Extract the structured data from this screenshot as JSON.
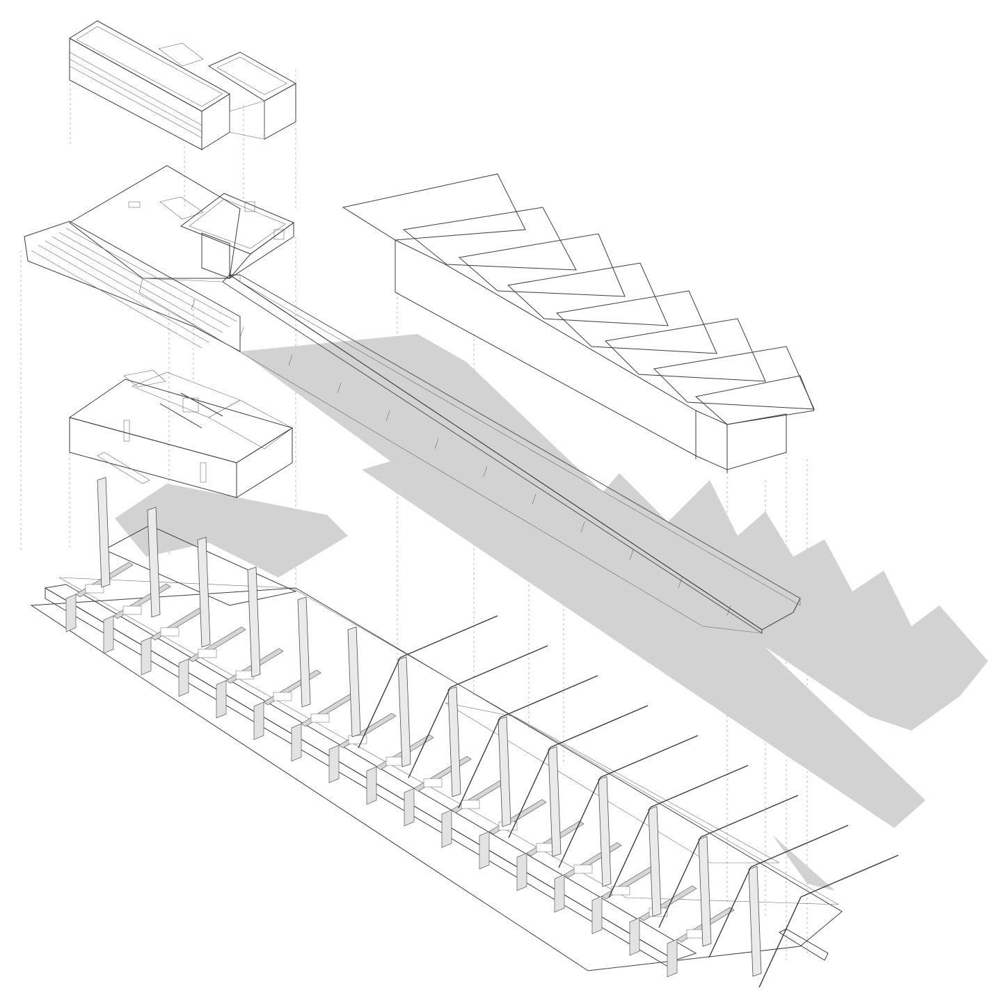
{
  "colors": {
    "background": "#ffffff",
    "line": "#3a3a3a",
    "shadow": "#cfcfcf",
    "light_face": "#f4f4f4",
    "mid_face": "#dedede",
    "dark_face": "#bdbdbd",
    "roof_panel": "#f7f7f7"
  },
  "layers": [
    {
      "id": "upper-volume"
    },
    {
      "id": "stand-deck"
    },
    {
      "id": "canopy-roof"
    },
    {
      "id": "service-block"
    },
    {
      "id": "structural-frame"
    }
  ]
}
